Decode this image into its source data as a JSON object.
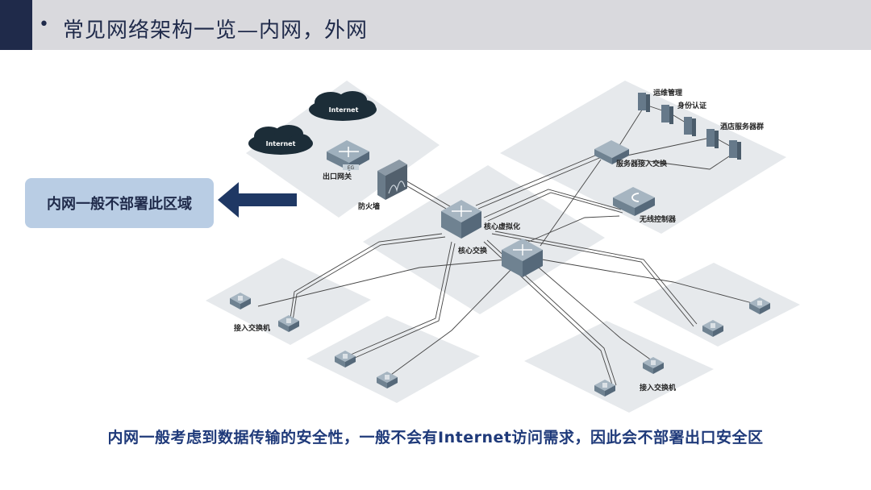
{
  "header": {
    "bullet": "•",
    "title": "常见网络架构一览—内网，外网"
  },
  "callout": {
    "text": "内网一般不部署此区域"
  },
  "diagram": {
    "internet_top": "Internet",
    "internet_left": "Internet",
    "egress_gateway": "出口网关",
    "eg_badge": "EG",
    "firewall": "防火墙",
    "core_virtualization": "核心虚拟化",
    "core_switch": "核心交换",
    "ops_management": "运维管理",
    "identity_auth": "身份认证",
    "hotel_server_group": "酒店服务器群",
    "server_access_switch": "服务器接入交换",
    "wireless_controller": "无线控制器",
    "access_switch_left": "接入交换机",
    "access_switch_bottom": "接入交换机"
  },
  "footer": {
    "note": "内网一般考虑到数据传输的安全性，一般不会有Internet访问需求，因此会不部署出口安全区"
  },
  "colors": {
    "header_bg": "#d9d9dd",
    "header_accent": "#1f2a4a",
    "callout_bg": "#b9cde4",
    "arrow": "#1f3864",
    "zone": "#e6e9ec",
    "cloud": "#1c2d38",
    "device": "#7a8d9c",
    "footer_text": "#1f3a7a"
  }
}
